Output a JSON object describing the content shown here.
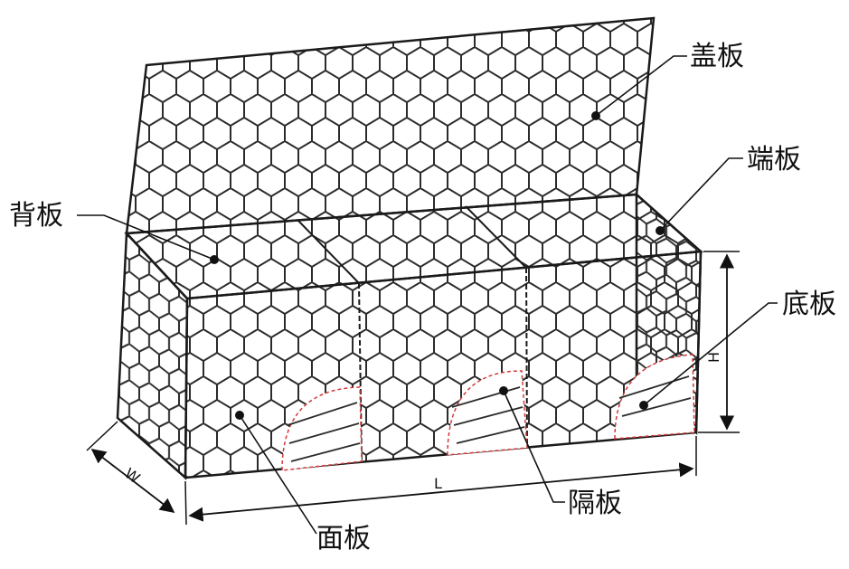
{
  "labels": {
    "lid": "盖板",
    "end_panel": "端板",
    "back_panel": "背板",
    "bottom_panel": "底板",
    "front_panel": "面板",
    "diaphragm": "隔板"
  },
  "dimensions": {
    "length": "L",
    "width": "W",
    "height": "H"
  },
  "colors": {
    "line": "#1a1a1a",
    "mesh": "#2b2b2b",
    "cut_outline": "#d23a3a",
    "watermark": "#d9d9d9"
  }
}
